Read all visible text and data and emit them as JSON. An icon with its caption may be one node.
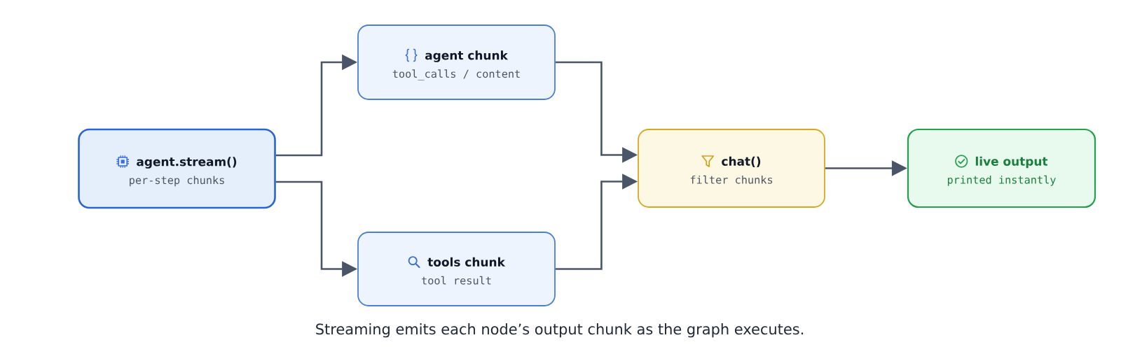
{
  "diagram": {
    "caption": "Streaming emits each node’s output chunk as the graph executes.",
    "nodes": [
      {
        "text": [
          "agent.stream()",
          "per-step chunks"
        ]
      },
      {
        "text": [
          "agent chunk",
          "tool_calls / content"
        ]
      },
      {
        "text": [
          "tools chunk",
          "tool result"
        ]
      },
      {
        "text": [
          "chat()",
          "filter chunks"
        ]
      },
      {
        "text": [
          "live output",
          "printed instantly"
        ]
      }
    ],
    "edges": [
      {
        "from": 0,
        "to": 1,
        "arrow": "to"
      },
      {
        "from": 0,
        "to": 2,
        "arrow": "to"
      },
      {
        "from": 1,
        "to": 3,
        "arrow": "to"
      },
      {
        "from": 2,
        "to": 3,
        "arrow": "to"
      },
      {
        "from": 3,
        "to": 4,
        "arrow": "to"
      }
    ]
  }
}
